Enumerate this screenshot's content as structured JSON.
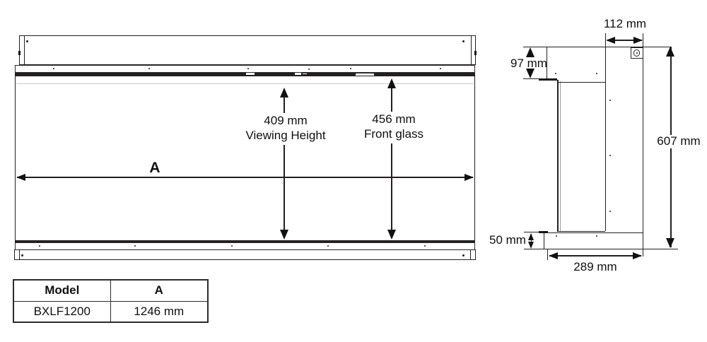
{
  "front_view": {
    "dim_a": "A",
    "viewing_height": {
      "value": "409 mm",
      "label": "Viewing Height"
    },
    "front_glass": {
      "value": "456 mm",
      "label": "Front glass"
    }
  },
  "side_view": {
    "top_depth": "112 mm",
    "top_height": "97 mm",
    "overall_height": "607 mm",
    "base_height": "50 mm",
    "overall_depth": "289 mm"
  },
  "spec_table": {
    "headers": [
      "Model",
      "A"
    ],
    "rows": [
      [
        "BXLF1200",
        "1246 mm"
      ]
    ]
  },
  "icons": {
    "fastener": "screw-icon"
  },
  "colors": {
    "line": "#231f20",
    "faint_line": "#c9c9c9",
    "background": "#ffffff"
  }
}
